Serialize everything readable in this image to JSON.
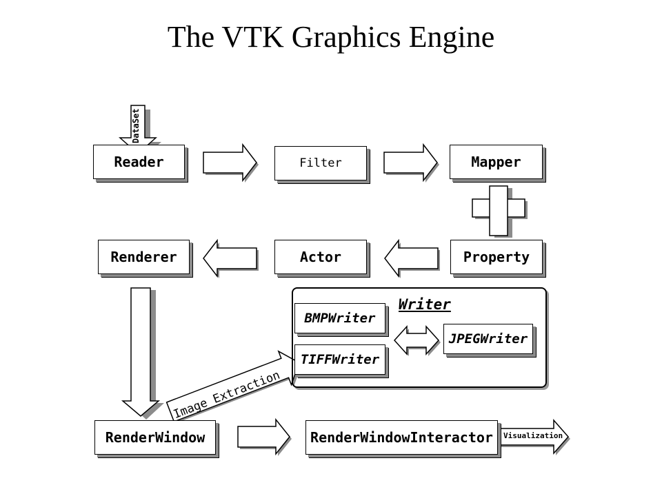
{
  "title": "The VTK Graphics Engine",
  "nodes": {
    "reader": "Reader",
    "filter": "Filter",
    "mapper": "Mapper",
    "renderer": "Renderer",
    "actor": "Actor",
    "property": "Property",
    "bmp_writer": "BMPWriter",
    "tiff_writer": "TIFFWriter",
    "jpeg_writer": "JPEGWriter",
    "render_window": "RenderWindow",
    "render_window_interactor": "RenderWindowInteractor"
  },
  "labels": {
    "dataset": "DataSet",
    "writer_group": "Writer",
    "image_extraction": "Image Extraction",
    "visualization": "Visualization"
  }
}
